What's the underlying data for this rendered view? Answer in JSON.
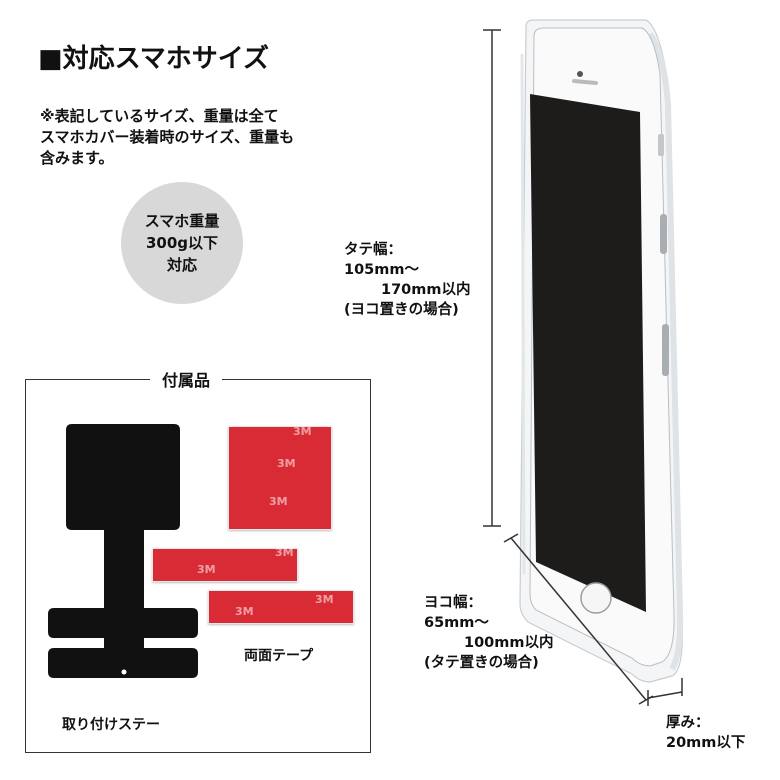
{
  "header": {
    "title": "■対応スマホサイズ"
  },
  "note": {
    "lines": [
      "※表記しているサイズ、重量は全て",
      "スマホカバー装着時のサイズ、重量も",
      "含みます。"
    ]
  },
  "weight_badge": {
    "lines": [
      "スマホ重量",
      "300g以下",
      "対応"
    ]
  },
  "accessories": {
    "title": "付属品",
    "stay_label": "取り付けステー",
    "tape_label": "両面テープ",
    "tape_logo": "3M"
  },
  "dimensions": {
    "height": {
      "lines": [
        "タテ幅：",
        "105mm〜",
        "170mm以内",
        "(ヨコ置きの場合)"
      ]
    },
    "width": {
      "lines": [
        "ヨコ幅：",
        "65mm〜",
        "100mm以内",
        "(タテ置きの場合)"
      ]
    },
    "thickness": {
      "lines": [
        "厚み：",
        "20mm以下"
      ]
    }
  },
  "colors": {
    "tape_red": "#d92b35",
    "stay_black": "#111111",
    "badge_gray": "#d8d8d8",
    "screen_black": "#1e1b1b"
  }
}
